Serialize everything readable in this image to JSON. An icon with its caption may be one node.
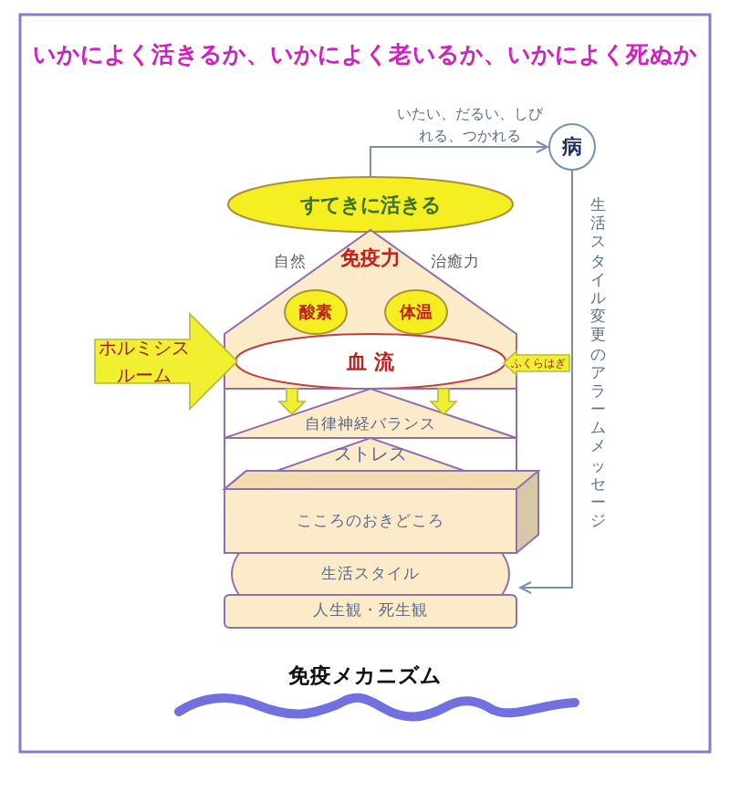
{
  "diagram": {
    "title": "いかによく活きるか、いかによく老いるか、いかによく死ぬか",
    "caption": "免疫メカニズム",
    "nodes": [
      {
        "text": [
          "すてきに活きる"
        ]
      },
      {
        "text": [
          "病"
        ]
      },
      {
        "text": [
          "免疫力"
        ]
      },
      {
        "text": [
          "酸素"
        ],
        "in": 2
      },
      {
        "text": [
          "体温"
        ],
        "in": 2
      },
      {
        "text": [
          "血 流"
        ],
        "in": 2
      },
      {
        "text": [
          "自律神経バランス"
        ]
      },
      {
        "text": [
          "ストレス"
        ]
      },
      {
        "text": [
          "こころのおきどころ"
        ]
      },
      {
        "text": [
          "生活スタイル"
        ]
      },
      {
        "text": [
          "人生観・死生観"
        ]
      }
    ],
    "edges": [
      {
        "from": 0,
        "to": 1,
        "arrow": "to",
        "label": "いたい、だるい、しびれる、つかれる"
      },
      {
        "from": 1,
        "to": 9,
        "arrow": "to",
        "label": "生活スタイル変更のアラームメッセージ"
      },
      {
        "from": null,
        "to": 5,
        "arrow": "to",
        "label": "ホルミシスルーム",
        "style": "thick",
        "color": "#f0f030"
      },
      {
        "from": null,
        "to": 5,
        "arrow": "to",
        "label": "ふくらはぎ",
        "style": "thick",
        "color": "#f0f030"
      },
      {
        "from": 5,
        "to": 6,
        "arrow": "to",
        "style": "thick",
        "color": "#f0f030"
      },
      {
        "from": 5,
        "to": 6,
        "arrow": "to",
        "style": "thick",
        "color": "#f0f030"
      }
    ],
    "labels": [
      "自然",
      "治癒力"
    ]
  }
}
